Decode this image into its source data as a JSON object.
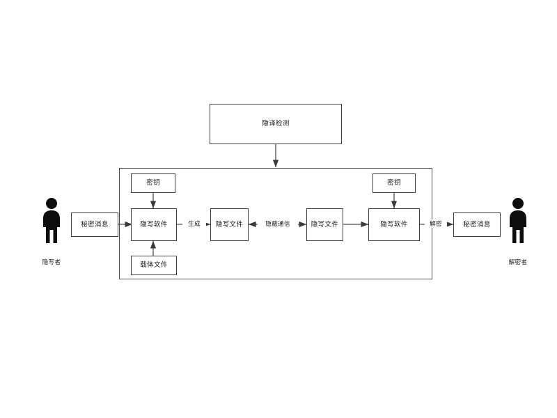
{
  "diagram": {
    "title_box": {
      "label": "隐译检测"
    },
    "container": {
      "label": ""
    },
    "nodes": [
      {
        "id": "key-left",
        "label": "密钥"
      },
      {
        "id": "stego-sw-left",
        "label": "隐写软件"
      },
      {
        "id": "carrier-file",
        "label": "载体文件"
      },
      {
        "id": "stego-file-1",
        "label": "隐写文件"
      },
      {
        "id": "stego-file-2",
        "label": "隐写文件"
      },
      {
        "id": "key-right",
        "label": "密钥"
      },
      {
        "id": "stego-sw-right",
        "label": "隐写软件"
      },
      {
        "id": "secret-msg-in",
        "label": "秘密消息"
      },
      {
        "id": "secret-msg-out",
        "label": "秘密消息"
      }
    ],
    "edge_labels": [
      {
        "id": "generate",
        "label": "生成"
      },
      {
        "id": "covert",
        "label": "隐蔽通信"
      },
      {
        "id": "decrypt",
        "label": "解密"
      }
    ],
    "actors": [
      {
        "id": "steganographer",
        "label": "隐写者"
      },
      {
        "id": "decryptor",
        "label": "解密者"
      }
    ],
    "colors": {
      "background": "#ffffff",
      "box_border": "#3f3f3f",
      "container_border": "#4a4a4a",
      "line": "#4a4a4a",
      "text": "#1a1a1a",
      "actor_fill": "#0d0d0d"
    }
  }
}
